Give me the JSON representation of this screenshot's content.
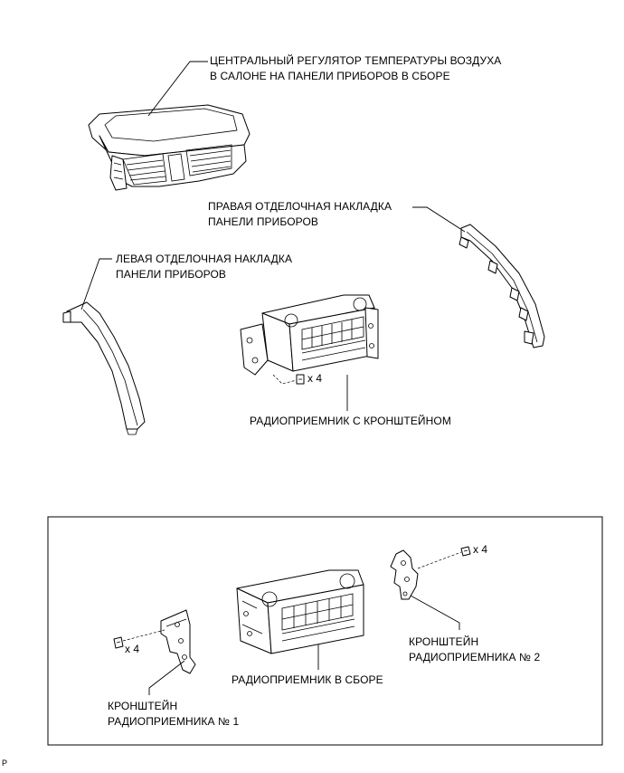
{
  "labels": {
    "center_regulator": {
      "line1": "ЦЕНТРАЛЬНЫЙ РЕГУЛЯТОР ТЕМПЕРАТУРЫ ВОЗДУХА",
      "line2": "В САЛОНЕ НА ПАНЕЛИ ПРИБОРОВ В СБОРЕ"
    },
    "right_trim": {
      "line1": "ПРАВАЯ ОТДЕЛОЧНАЯ НАКЛАДКА",
      "line2": "ПАНЕЛИ ПРИБОРОВ"
    },
    "left_trim": {
      "line1": "ЛЕВАЯ ОТДЕЛОЧНАЯ НАКЛАДКА",
      "line2": "ПАНЕЛИ ПРИБОРОВ"
    },
    "radio_with_bracket": "РАДИОПРИЕМНИК С КРОНШТЕЙНОМ",
    "radio_assembly": "РАДИОПРИЕМНИК В СБОРЕ",
    "bracket_1": {
      "line1": "КРОНШТЕЙН",
      "line2": "РАДИОПРИЕМНИКА № 1"
    },
    "bracket_2": {
      "line1": "КРОНШТЕЙН",
      "line2": "РАДИОПРИЕМНИКА № 2"
    }
  },
  "quantities": {
    "radio_screws": "x 4",
    "bracket_1_screws": "x 4",
    "bracket_2_screws": "x 4"
  },
  "figure_code": "P"
}
